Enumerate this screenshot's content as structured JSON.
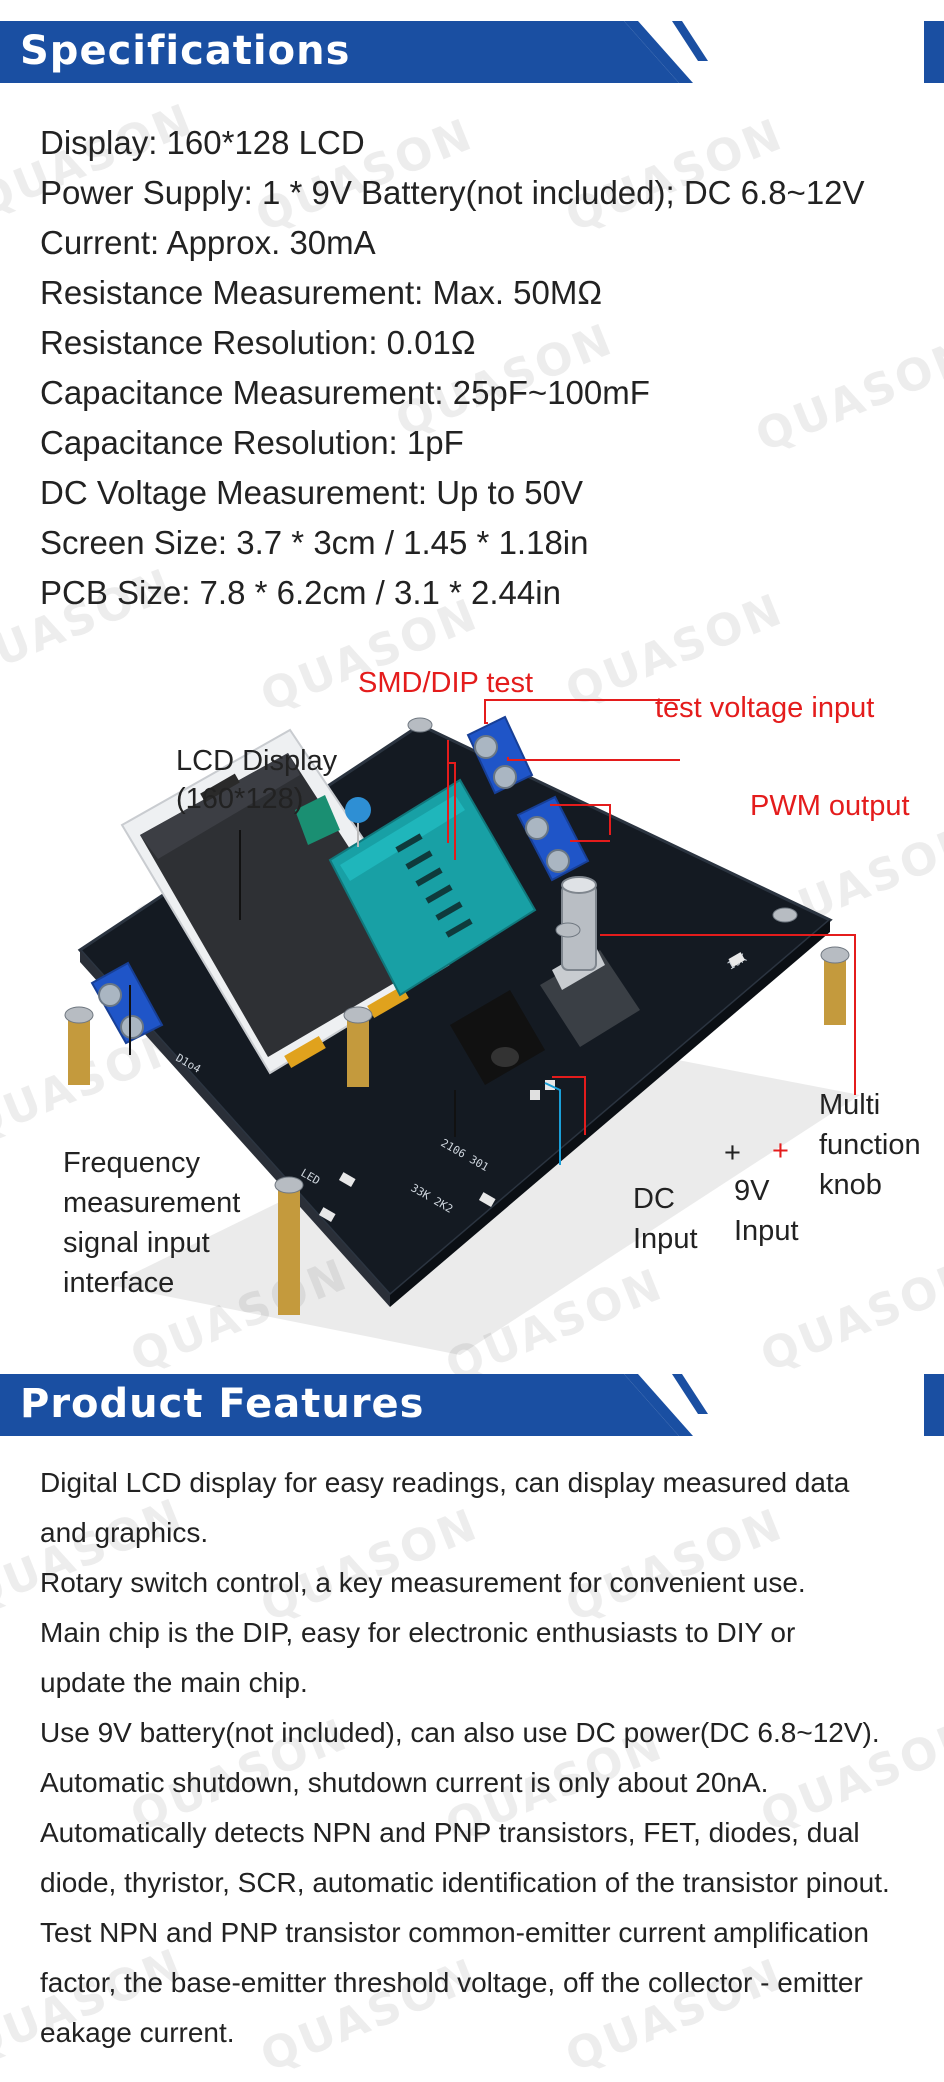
{
  "specifications": {
    "title": "Specifications",
    "lines": [
      "Display: 160*128 LCD",
      "Power Supply: 1 * 9V Battery(not included); DC 6.8~12V",
      "Current: Approx. 30mA",
      "Resistance Measurement: Max. 50MΩ",
      "Resistance Resolution: 0.01Ω",
      "Capacitance Measurement: 25pF~100mF",
      "Capacitance Resolution: 1pF",
      "DC Voltage Measurement: Up to 50V",
      "Screen Size: 3.7 * 3cm / 1.45 * 1.18in",
      "PCB Size: 7.8 * 6.2cm / 3.1 * 2.44in"
    ]
  },
  "diagram": {
    "labels": {
      "smd_dip": "SMD/DIP test",
      "test_voltage": "test voltage input",
      "pwm": "PWM output",
      "lcd_1": "LCD Display",
      "lcd_2": "(160*128)",
      "multi_1": "Multi",
      "multi_2": "function",
      "multi_3": "knob",
      "freq_1": "Frequency",
      "freq_2": "measurement",
      "freq_3": "signal input",
      "freq_4": "interface",
      "dc_1": "DC",
      "dc_2": "Input",
      "bat_1": "9V",
      "bat_2": "Input",
      "plus_black": "+",
      "plus_red": "+"
    },
    "colors": {
      "pcb": "#141a22",
      "terminal": "#1f55c8",
      "socket": "#18a0a5",
      "red_label": "#e41c1c",
      "blue_line": "#1a9fd8"
    }
  },
  "features": {
    "title": "Product Features",
    "lines": [
      "Digital LCD display for easy readings, can display measured data",
      "and graphics.",
      "Rotary switch control, a key measurement for convenient use.",
      "Main chip is the DIP, easy for electronic enthusiasts to DIY or",
      "update the main chip.",
      "Use 9V battery(not included), can also use DC power(DC 6.8~12V).",
      "Automatic shutdown, shutdown current is only about 20nA.",
      "Automatically detects NPN and PNP transistors, FET, diodes, dual",
      "diode, thyristor, SCR, automatic identification of the transistor pinout.",
      "Test NPN and PNP transistor common-emitter current amplification",
      "factor, the base-emitter threshold voltage, off the collector - emitter",
      "eakage current."
    ]
  },
  "watermark": "QUASON",
  "colors": {
    "banner": "#1a4fa2"
  }
}
